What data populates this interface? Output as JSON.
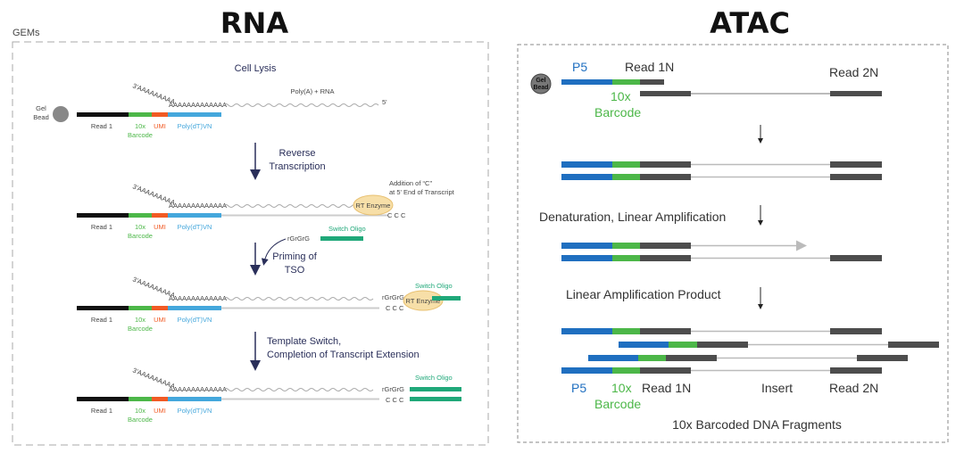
{
  "titles": {
    "rna": "RNA",
    "atac": "ATAC"
  },
  "rna": {
    "gems_label": "GEMs",
    "cell_lysis": "Cell Lysis",
    "gel_bead": [
      "Gel",
      "Bead"
    ],
    "polya_rna": "Poly(A) + RNA",
    "five_prime": "5'",
    "three_prime_tail": "3'AAAAAAAAA",
    "poly_a_seq": "AAAAAAAAAAAAA",
    "read1": "Read 1",
    "barcode": [
      "10x",
      "Barcode"
    ],
    "umi": "UMI",
    "polydt": "Poly(dT)VN",
    "reverse_transcription": [
      "Reverse",
      "Transcription"
    ],
    "addition_c": [
      "Addition of “C”",
      "at 5' End of Transcript"
    ],
    "rt_enzyme": "RT Enzyme",
    "ccc": "C C C",
    "rgrgrg": "rGrGrG",
    "switch_oligo": "Switch Oligo",
    "priming_tso": [
      "Priming of",
      "TSO"
    ],
    "template_switch": [
      "Template Switch,",
      "Completion of Transcript Extension"
    ]
  },
  "atac": {
    "gel_bead": [
      "Gel",
      "Bead"
    ],
    "p5": "P5",
    "read1n": "Read 1N",
    "read2n": "Read 2N",
    "barcode": [
      "10x",
      "Barcode"
    ],
    "denaturation": "Denaturation, Linear Amplification",
    "linear_product": "Linear Amplification Product",
    "insert": "Insert",
    "fragments": "10x Barcoded DNA Fragments"
  },
  "colors": {
    "p5_blue": "#1f6fc0",
    "barcode_green": "#4cb748",
    "read_gray": "#4d4d4d",
    "umi_orange": "#f15a24",
    "polydt_blue": "#44a7dc",
    "switch_oligo_teal": "#1fa879",
    "rt_enzyme_fill": "#f7dfa8",
    "arrow_navy": "#2a2f5a"
  }
}
